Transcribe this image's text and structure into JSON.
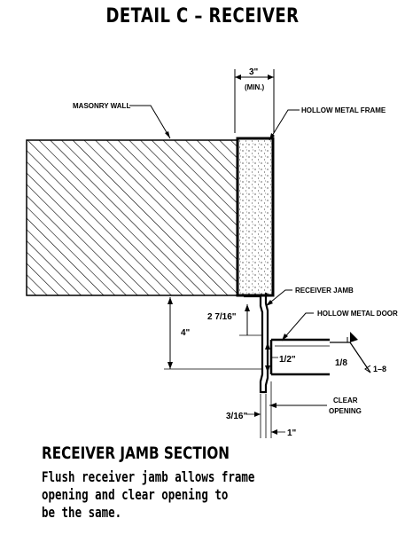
{
  "title": "DETAIL C – RECEIVER",
  "labels": {
    "min_width": "3\"",
    "min_tag": "(MIN.)",
    "masonry_wall": "MASONRY WALL",
    "hollow_metal_frame": "HOLLOW METAL FRAME",
    "receiver_jamb": "RECEIVER JAMB",
    "hollow_metal_door": "HOLLOW METAL DOOR",
    "dim_2_7_16": "2 7/16\"",
    "dim_4": "4\"",
    "dim_1_2": "1/2\"",
    "dim_1_8": "1/8",
    "dim_1_8_tail": "1–8",
    "clear": "CLEAR",
    "opening": "OPENING",
    "dim_3_16": "3/16\"",
    "dim_1": "1\""
  },
  "section_title": "RECEIVER JAMB SECTION",
  "note_lines": [
    "Flush receiver jamb allows frame",
    "opening and clear opening to",
    "be the same."
  ]
}
